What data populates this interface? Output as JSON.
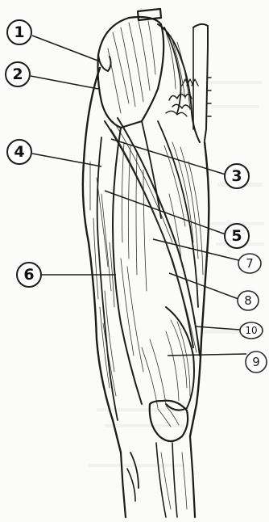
{
  "diagram": {
    "labels": [
      {
        "id": "1",
        "text": "1",
        "style": "printed"
      },
      {
        "id": "2",
        "text": "2",
        "style": "printed"
      },
      {
        "id": "3",
        "text": "3",
        "style": "printed"
      },
      {
        "id": "4",
        "text": "4",
        "style": "printed"
      },
      {
        "id": "5",
        "text": "5",
        "style": "printed"
      },
      {
        "id": "6",
        "text": "6",
        "style": "printed"
      },
      {
        "id": "7",
        "text": "7",
        "style": "handwritten"
      },
      {
        "id": "8",
        "text": "8",
        "style": "handwritten"
      },
      {
        "id": "9",
        "text": "9",
        "style": "handwritten"
      },
      {
        "id": "10",
        "text": "10",
        "style": "handwritten"
      }
    ]
  }
}
